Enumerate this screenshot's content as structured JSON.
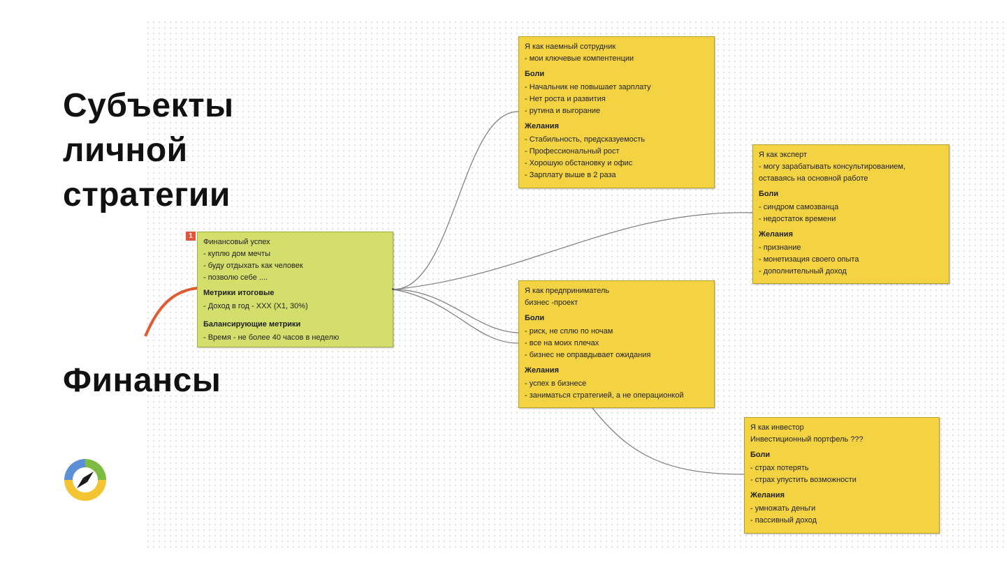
{
  "slide": {
    "title_lines": [
      "Субъекты",
      "личной",
      "стратегии"
    ],
    "subtitle": "Финансы"
  },
  "root": {
    "badge": "1",
    "title": "Финансовый успех",
    "items": [
      "- куплю дом мечты",
      "- буду отдыхать как человек",
      "- позволю себе ...."
    ],
    "metrics_title": "Метрики итоговые",
    "metrics": [
      "- Доход в год - XXX (X1, 30%)"
    ],
    "balance_title": "Балансирующие метрики",
    "balance": [
      "- Время - не более 40 часов в неделю"
    ]
  },
  "employee": {
    "intro": [
      "Я как наемный сотрудник",
      "- мои ключевые компентенции"
    ],
    "pains_title": "Боли",
    "pains": [
      "- Начальник не повышает зарплату",
      "- Нет роста и развития",
      "- рутина и выгорание"
    ],
    "wishes_title": "Желания",
    "wishes": [
      "- Стабильность, предсказуемость",
      "- Профессиональный рост",
      "- Хорошую обстановку и офис",
      "- Зарплату выше в 2 раза"
    ]
  },
  "expert": {
    "intro": [
      "Я как эксперт",
      "- могу зарабатывать консультированием,",
      "оставаясь на основной работе"
    ],
    "pains_title": "Боли",
    "pains": [
      "- синдром самозванца",
      "- недостаток времени"
    ],
    "wishes_title": "Желания",
    "wishes": [
      "- признание",
      "- монетизация своего опыта",
      "- дополнительный доход"
    ]
  },
  "entrepreneur": {
    "intro": [
      "Я как предприниматель",
      "бизнес -проект"
    ],
    "pains_title": "Боли",
    "pains": [
      "- риск, не сплю по ночам",
      "- все на моих плечах",
      "- бизнес не оправдывает ожидания"
    ],
    "wishes_title": "Желания",
    "wishes": [
      "- успех в бизнесе",
      "- заниматься стратегией, а не операционкой"
    ]
  },
  "investor": {
    "intro": [
      "Я как инвестор",
      "Инвестиционный портфель ???"
    ],
    "pains_title": "Боли",
    "pains": [
      "- страх потерять",
      "- страх упустить возможности"
    ],
    "wishes_title": "Желания",
    "wishes": [
      "- умножать деньги",
      "- пассивный доход"
    ]
  },
  "colors": {
    "yellow_node": "#f4d343",
    "green_node": "#d4df6b",
    "badge": "#e2553b",
    "link_line": "#7a7a7a",
    "accent_curve": "#e25a2f",
    "logo_green": "#7dbb42",
    "logo_yellow": "#f3c533",
    "logo_blue": "#5b8fd6"
  },
  "icons": {
    "logo": "compass-icon"
  }
}
